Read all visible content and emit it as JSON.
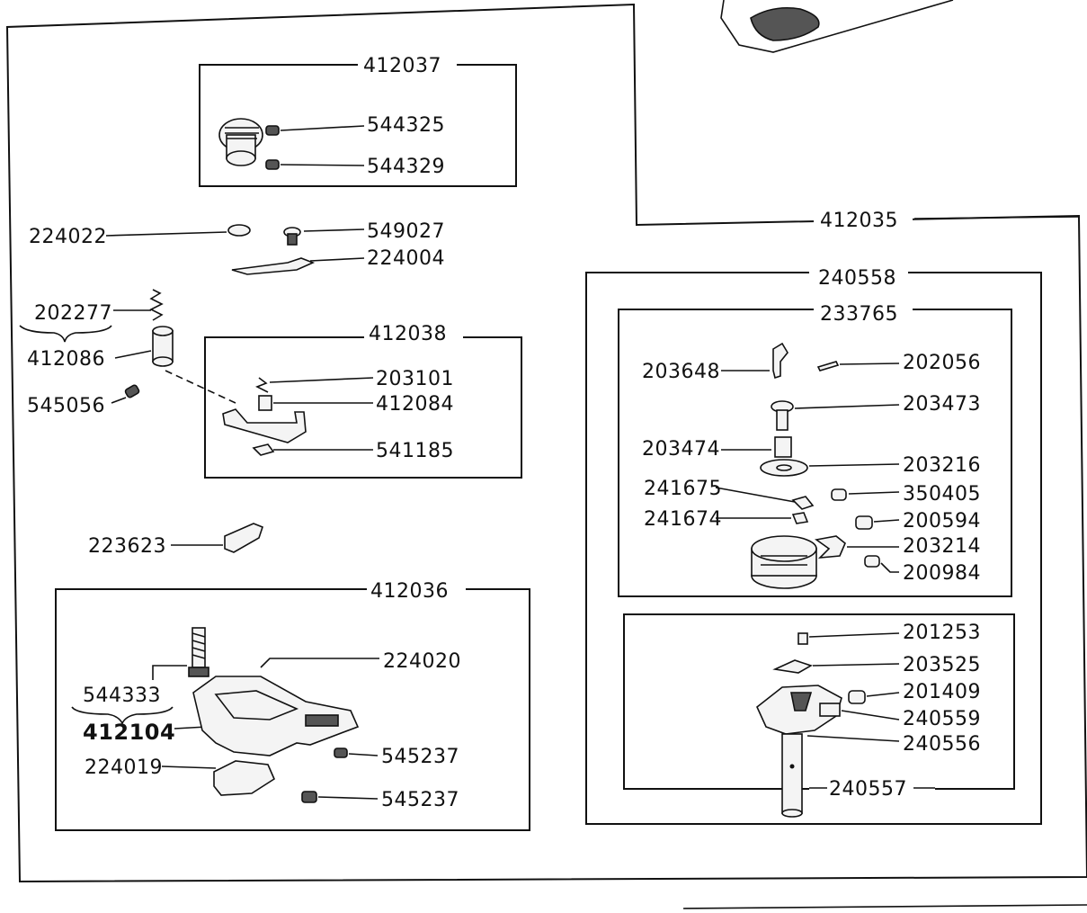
{
  "parts": {
    "p412037": "412037",
    "p544325": "544325",
    "p544329": "544329",
    "p224022": "224022",
    "p549027": "549027",
    "p224004": "224004",
    "p412035": "412035",
    "p202277": "202277",
    "p412086": "412086",
    "p545056": "545056",
    "p412038": "412038",
    "p203101": "203101",
    "p412084": "412084",
    "p541185": "541185",
    "p223623": "223623",
    "p412036": "412036",
    "p224020": "224020",
    "p544333": "544333",
    "p412104": "412104",
    "p224019": "224019",
    "p545237a": "545237",
    "p545237b": "545237",
    "p240558": "240558",
    "p233765": "233765",
    "p203648": "203648",
    "p202056": "202056",
    "p203473": "203473",
    "p203474": "203474",
    "p203216": "203216",
    "p241675": "241675",
    "p350405": "350405",
    "p241674": "241674",
    "p200594": "200594",
    "p203214": "203214",
    "p200984": "200984",
    "p201253": "201253",
    "p203525": "203525",
    "p201409": "201409",
    "p240559": "240559",
    "p240556": "240556",
    "p240557": "240557"
  }
}
